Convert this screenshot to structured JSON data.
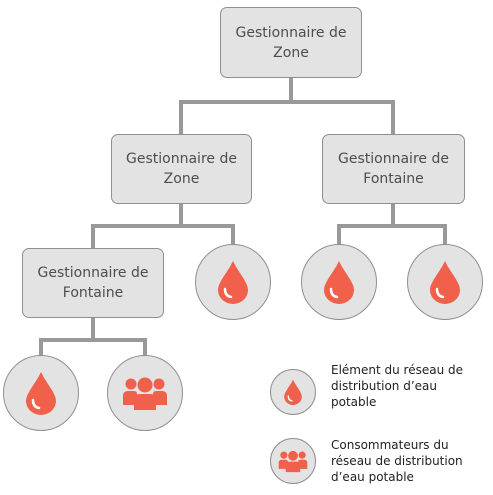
{
  "nodes": {
    "zone_root_line1": "Gestionnaire de",
    "zone_root_line2": "Zone",
    "zone_mid_line1": "Gestionnaire de",
    "zone_mid_line2": "Zone",
    "fontaine_right_line1": "Gestionnaire de",
    "fontaine_right_line2": "Fontaine",
    "fontaine_left_line1": "Gestionnaire de",
    "fontaine_left_line2": "Fontaine"
  },
  "legend": {
    "element_line1": "Elément du réseau de",
    "element_line2": "distribution d’eau",
    "element_line3": "potable",
    "consumers_line1": "Consommateurs du",
    "consumers_line2": "réseau de distribution",
    "consumers_line3": "d’eau potable"
  },
  "colors": {
    "box_fill": "#e3e3e3",
    "box_border": "#8f8f8f",
    "connector": "#999999",
    "icon": "#f0604a"
  },
  "icons": [
    "water-drop-icon",
    "people-group-icon"
  ]
}
